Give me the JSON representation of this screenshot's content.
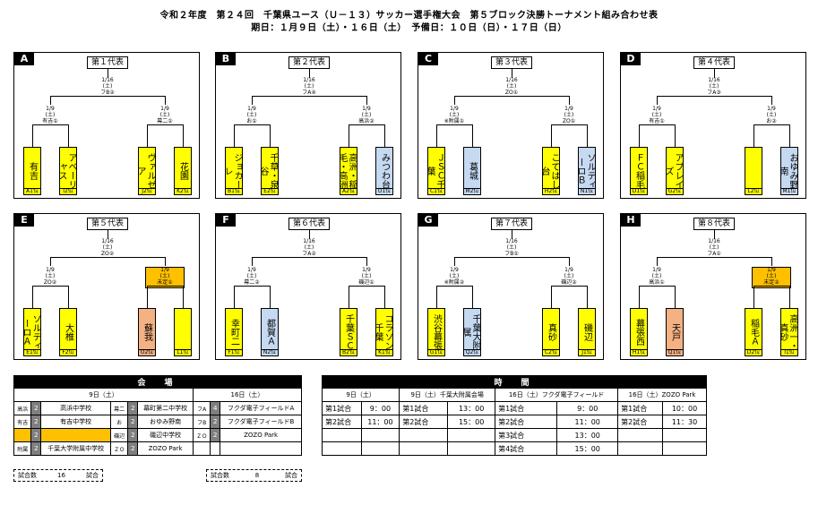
{
  "header": {
    "title": "令和２年度　第２４回　千葉県ユース（Ｕ－１３）サッカー選手権大会　第５ブロック決勝トーナメント組み合わせ表",
    "subtitle": "期日：１月９日（土）・１６日（土）　予備日：１０日（日）・１７日（日）"
  },
  "panels": [
    {
      "letter": "A",
      "rep": "第１代表",
      "final": {
        "date": "1/16",
        "day": "(土)",
        "place": "フB②"
      },
      "semis": [
        {
          "date": "1/9",
          "day": "(土)",
          "place": "有吉①"
        },
        {
          "date": "1/9",
          "day": "(土)",
          "place": "幕二①"
        }
      ],
      "teams": [
        {
          "name": "有吉",
          "label": "A1位",
          "color": "y"
        },
        {
          "name": "アベーリャス",
          "label": "I2位",
          "color": "y"
        },
        {
          "name": "ヴァルゼア",
          "label": "J2位",
          "color": "y"
        },
        {
          "name": "花園",
          "label": "K2位",
          "color": "y"
        }
      ]
    },
    {
      "letter": "B",
      "rep": "第２代表",
      "final": {
        "date": "1/16",
        "day": "(土)",
        "place": "フA④"
      },
      "semis": [
        {
          "date": "1/9",
          "day": "(土)",
          "place": "お①"
        },
        {
          "date": "1/9",
          "day": "(土)",
          "place": "高浜②"
        }
      ],
      "teams": [
        {
          "name": "ジョカーレ",
          "label": "B1位",
          "color": "y"
        },
        {
          "name": "千草・泉谷",
          "label": "E2位",
          "color": "y"
        },
        {
          "name": "高洲・稲毛・高洲",
          "label": "A2位",
          "color": "y"
        },
        {
          "name": "みつわ台",
          "label": "O1位",
          "color": "b"
        }
      ]
    },
    {
      "letter": "C",
      "rep": "第３代表",
      "final": {
        "date": "1/16",
        "day": "(土)",
        "place": "ZO①"
      },
      "semis": [
        {
          "date": "1/9",
          "day": "(土)",
          "place": "※附属①"
        },
        {
          "date": "1/9",
          "day": "(土)",
          "place": "ZO①"
        }
      ],
      "teams": [
        {
          "name": "ＪＳＣ千葉",
          "label": "C1位",
          "color": "y"
        },
        {
          "name": "葛城",
          "label": "M2位",
          "color": "b"
        },
        {
          "name": "こてはし台",
          "label": "H2位",
          "color": "y"
        },
        {
          "name": "ソルティーロＢ",
          "label": "N1位",
          "color": "b"
        }
      ]
    },
    {
      "letter": "D",
      "rep": "第４代表",
      "final": {
        "date": "1/16",
        "day": "(土)",
        "place": "フA③"
      },
      "semis": [
        {
          "date": "1/9",
          "day": "(土)",
          "place": "有吉①"
        },
        {
          "date": "1/9",
          "day": "(土)",
          "place": "お②"
        }
      ],
      "teams": [
        {
          "name": "ＦＣ稲毛",
          "label": "D1位",
          "color": "y"
        },
        {
          "name": "アブレイズ",
          "label": "G2位",
          "color": "y"
        },
        {
          "name": "",
          "label": "L2位",
          "color": "y"
        },
        {
          "name": "おゆみ野南",
          "label": "M1位",
          "color": "b"
        }
      ]
    },
    {
      "letter": "E",
      "rep": "第５代表",
      "final": {
        "date": "1/16",
        "day": "(土)",
        "place": "ZO②"
      },
      "semis": [
        {
          "date": "1/9",
          "day": "(土)",
          "place": "ZO②"
        },
        {
          "date": "1/9",
          "day": "(土)",
          "place": "未定①"
        }
      ],
      "teams": [
        {
          "name": "ソルティーロＡ",
          "label": "E1位",
          "color": "y"
        },
        {
          "name": "大椎",
          "label": "F2位",
          "color": "y"
        },
        {
          "name": "蘇我",
          "label": "O2位",
          "color": "p"
        },
        {
          "name": "",
          "label": "L1位",
          "color": "y"
        }
      ]
    },
    {
      "letter": "F",
      "rep": "第６代表",
      "final": {
        "date": "1/16",
        "day": "(土)",
        "place": "フA②"
      },
      "semis": [
        {
          "date": "1/9",
          "day": "(土)",
          "place": "幕二②"
        },
        {
          "date": "1/9",
          "day": "(土)",
          "place": "磯辺①"
        }
      ],
      "teams": [
        {
          "name": "幸町二",
          "label": "F1位",
          "color": "y"
        },
        {
          "name": "都賀Ａ",
          "label": "N2位",
          "color": "b"
        },
        {
          "name": "千葉ＳＣ",
          "label": "B2位",
          "color": "y"
        },
        {
          "name": "コラソン千葉",
          "label": "K1位",
          "color": "y"
        }
      ]
    },
    {
      "letter": "G",
      "rep": "第７代表",
      "final": {
        "date": "1/16",
        "day": "(土)",
        "place": "フB①"
      },
      "semis": [
        {
          "date": "1/9",
          "day": "(土)",
          "place": "※附属②"
        },
        {
          "date": "1/9",
          "day": "(土)",
          "place": "磯辺②"
        }
      ],
      "teams": [
        {
          "name": "渋谷幕張",
          "label": "G1位",
          "color": "y"
        },
        {
          "name": "千葉大附属",
          "label": "Q2位",
          "color": "b"
        },
        {
          "name": "真砂",
          "label": "C2位",
          "color": "y"
        },
        {
          "name": "磯辺",
          "label": "J1位",
          "color": "y"
        }
      ]
    },
    {
      "letter": "H",
      "rep": "第８代表",
      "final": {
        "date": "1/16",
        "day": "(土)",
        "place": "フA①"
      },
      "semis": [
        {
          "date": "1/9",
          "day": "(土)",
          "place": "高浜①"
        },
        {
          "date": "1/9",
          "day": "(土)",
          "place": "未定②"
        }
      ],
      "teams": [
        {
          "name": "幕張西",
          "label": "H1位",
          "color": "y"
        },
        {
          "name": "天戸",
          "label": "Q1位",
          "color": "p"
        },
        {
          "name": "稲毛Ａ",
          "label": "D2位",
          "color": "y"
        },
        {
          "name": "高洲一・真砂",
          "label": "I1位",
          "color": "y"
        }
      ]
    }
  ],
  "venue": {
    "header": "会　場",
    "day1": "9日（土）",
    "day2": "16日（土）",
    "rows": [
      {
        "a1": "高浜",
        "n1": "2",
        "v1": "高浜中学校",
        "a2": "幕二",
        "n2": "2",
        "v2": "幕町第二中学校",
        "a3": "フA",
        "n3": "4",
        "v3": "フクダ電子フィールドA"
      },
      {
        "a1": "有吉",
        "n1": "2",
        "v1": "有吉中学校",
        "a2": "お",
        "n2": "2",
        "v2": "おゆみ野南",
        "a3": "フB",
        "n3": "2",
        "v3": "フクダ電子フィールドB"
      },
      {
        "a1": "",
        "n1": "2",
        "v1": "",
        "a2": "磯辺",
        "n2": "2",
        "v2": "磯辺中学校",
        "a3": "ＺＯ",
        "n3": "2",
        "v3": "ZOZO Park"
      },
      {
        "a1": "附属",
        "n1": "2",
        "v1": "千葉大学附属中学校",
        "a2": "ＺＯ",
        "n2": "2",
        "v2": "ZOZO Park",
        "a3": "",
        "n3": "",
        "v3": ""
      }
    ],
    "count1_label": "試合数",
    "count1_value": "16",
    "count1_unit": "試合",
    "count2_label": "試合数",
    "count2_value": "8",
    "count2_unit": "試合"
  },
  "times": {
    "header": "時　間",
    "cols": [
      "9日（土）",
      "9日（土）千葉大附属会場",
      "16日（土）フクダ電子フィールド",
      "16日（土）ZOZO Park"
    ],
    "rows": [
      [
        "第1試合",
        "9：00",
        "第1試合",
        "13：00",
        "第1試合",
        "9：00",
        "第1試合",
        "10：00"
      ],
      [
        "第2試合",
        "11：00",
        "第2試合",
        "15：00",
        "第2試合",
        "11：00",
        "第2試合",
        "11：30"
      ],
      [
        "",
        "",
        "",
        "",
        "第3試合",
        "13：00",
        "",
        ""
      ],
      [
        "",
        "",
        "",
        "",
        "第4試合",
        "15：00",
        "",
        ""
      ]
    ]
  }
}
